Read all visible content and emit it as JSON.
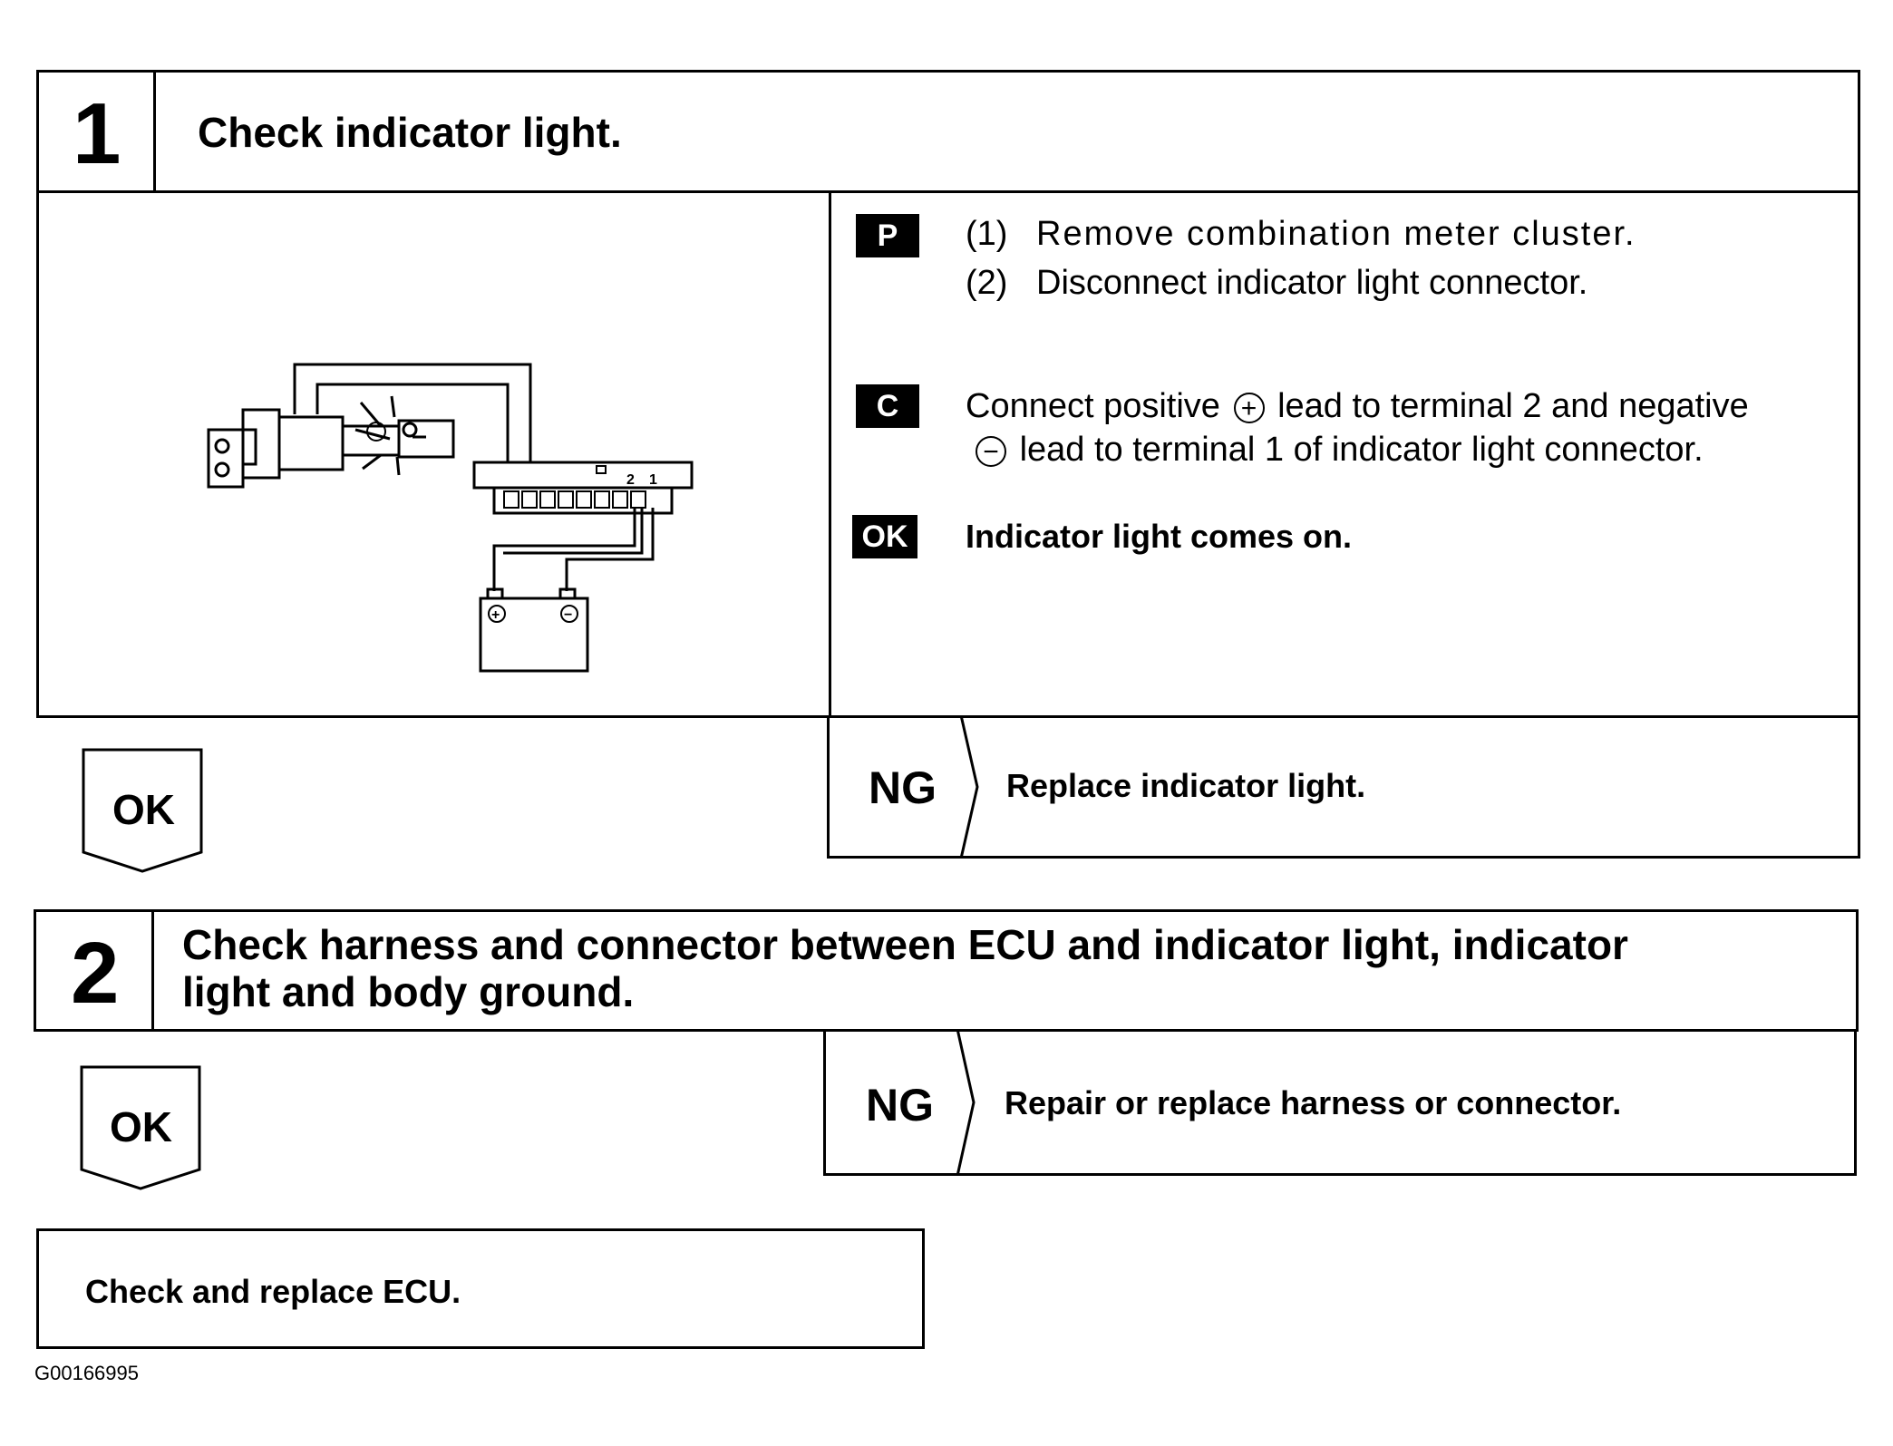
{
  "step1": {
    "number": "1",
    "title": "Check indicator light.",
    "p_badge": "P",
    "p_items": [
      {
        "num": "(1)",
        "text": "Remove combination meter cluster."
      },
      {
        "num": "(2)",
        "text": "Disconnect indicator light connector."
      }
    ],
    "c_badge": "C",
    "c_line1_a": "Connect positive",
    "plus_symbol": "+",
    "c_line1_b": "lead to terminal 2 and negative",
    "minus_symbol": "−",
    "c_line2": "lead to terminal 1 of indicator light connector.",
    "ok_badge": "OK",
    "ok_text": "Indicator light comes on.",
    "ng_label": "NG",
    "ng_text": "Replace indicator light.",
    "ok_arrow": "OK",
    "diagram": {
      "terminal_2": "2",
      "terminal_1": "1",
      "battery_plus": "+",
      "battery_minus": "−"
    }
  },
  "step2": {
    "number": "2",
    "title_line1": "Check harness and connector between ECU and indicator light, indicator",
    "title_line2": "light and body ground.",
    "ng_label": "NG",
    "ng_text": "Repair or replace harness or connector.",
    "ok_arrow": "OK"
  },
  "final": {
    "text": "Check and replace ECU."
  },
  "figure_code": "G00166995"
}
